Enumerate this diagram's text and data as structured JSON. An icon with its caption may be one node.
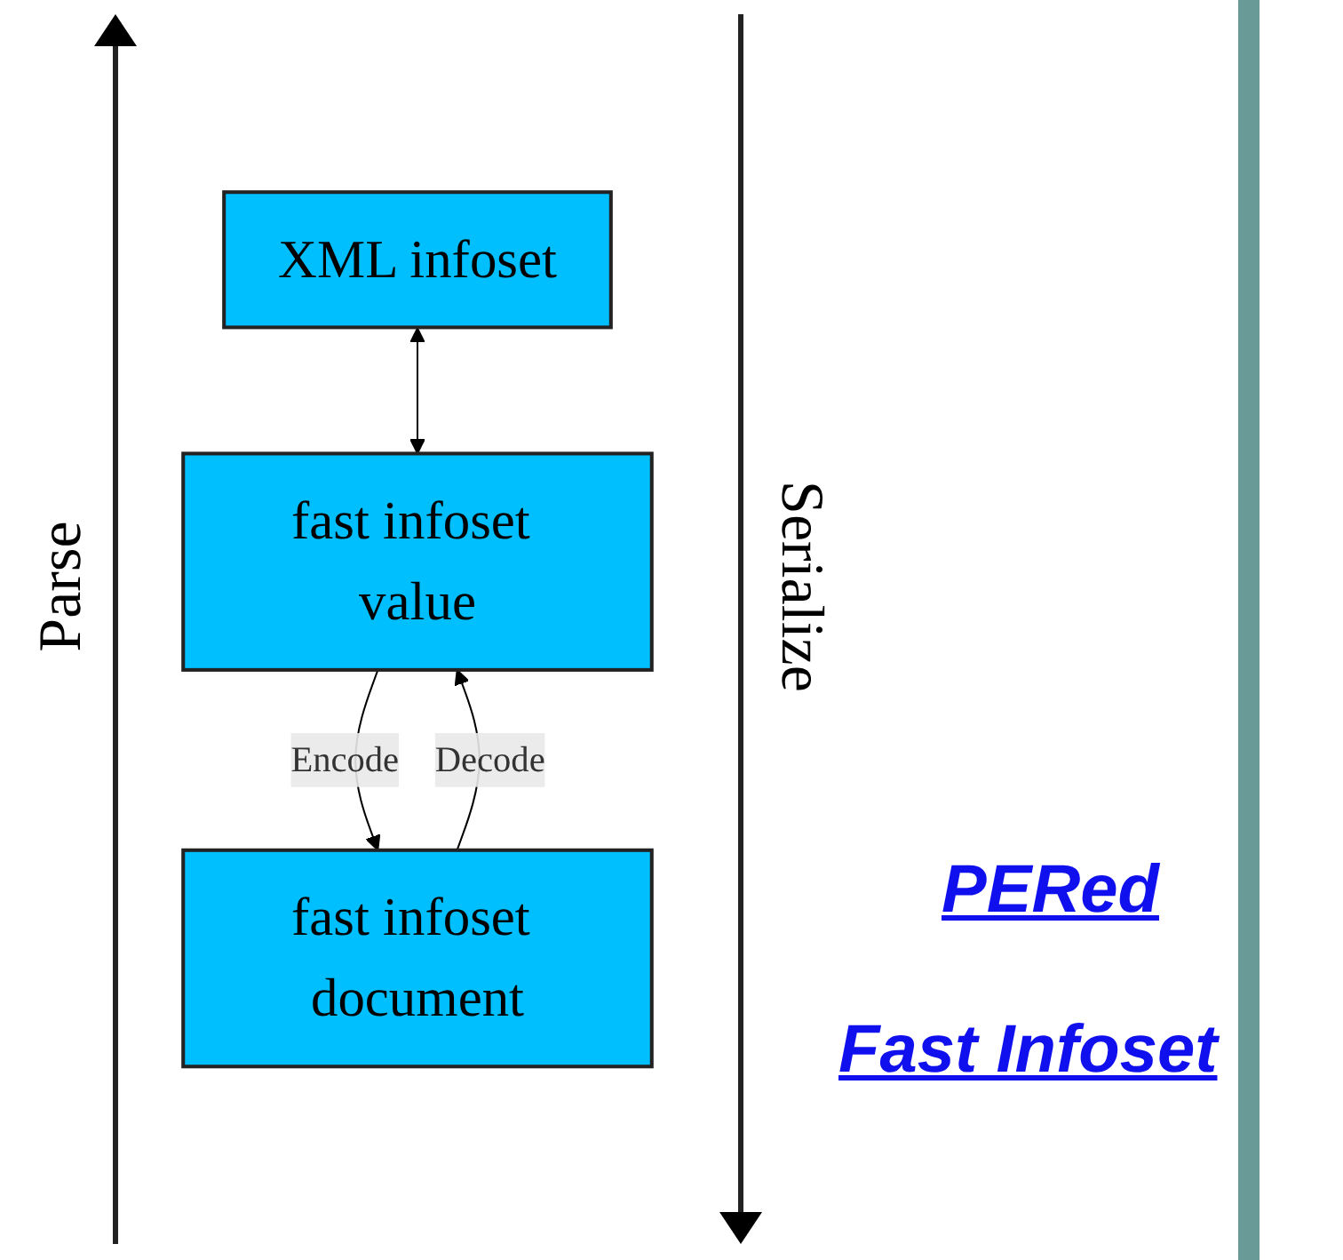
{
  "diagram": {
    "nodes": [
      {
        "text": [
          "XML infoset"
        ]
      },
      {
        "text": [
          "fast infoset value"
        ]
      },
      {
        "text": [
          "fast infoset document"
        ]
      }
    ],
    "edges": [
      {
        "from": 0,
        "to": 1,
        "arrow": "both"
      },
      {
        "from": 2,
        "to": 1,
        "arrow": "to",
        "label": "Decode"
      },
      {
        "from": 1,
        "to": 2,
        "arrow": "to",
        "label": "Encode"
      }
    ],
    "labels": [
      "Parse",
      "Serialize",
      "PERed",
      "Fast Infoset"
    ]
  }
}
